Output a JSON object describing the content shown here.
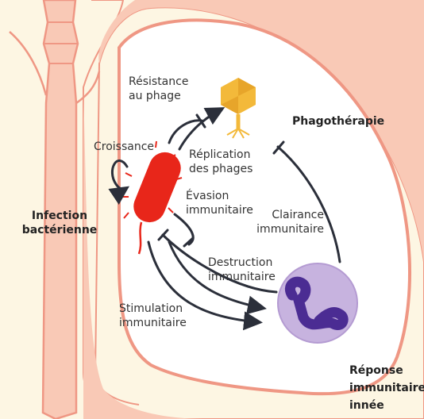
{
  "colors": {
    "background": "#fdf6e3",
    "tissue_fill": "#f9c9b6",
    "tissue_outline": "#ef9784",
    "lung_interior": "#ffffff",
    "bacterium": "#e8261a",
    "phage": "#f3b93a",
    "immune_cell": "#c7b3df",
    "nucleus": "#4b2c93",
    "arrow": "#2b2f3a"
  },
  "labels": {
    "resistance": "Résistance\nau phage",
    "croissance": "Croissance",
    "phagotherapie": "Phagothérapie",
    "replication": "Réplication\ndes phages",
    "evasion": "Évasion\nimmunitaire",
    "clairance": "Clairance\nimmunitaire",
    "infection": "Infection\nbactérienne",
    "destruction": "Destruction\nimmunitaire",
    "stimulation": "Stimulation\nimmunitaire",
    "reponse": "Réponse\nimmunitaire\ninnée"
  },
  "icons": {
    "bacterium": "bacterium-icon",
    "phage": "bacteriophage-icon",
    "immune_cell": "neutrophil-icon"
  }
}
